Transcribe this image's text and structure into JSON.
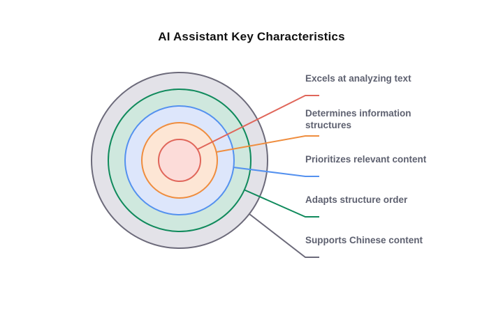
{
  "title": "AI Assistant Key Characteristics",
  "layers": [
    {
      "label": "Excels at analyzing text",
      "line_color": "#e0665a",
      "fill": "#fcdcd9",
      "stroke": "#e0665a"
    },
    {
      "label": "Determines information structures",
      "line_color": "#ef8d3e",
      "fill": "#fde6d5",
      "stroke": "#ef8d3e"
    },
    {
      "label": "Prioritizes relevant content",
      "line_color": "#5491ef",
      "fill": "#dde6fb",
      "stroke": "#5491ef"
    },
    {
      "label": "Adapts structure order",
      "line_color": "#108a5c",
      "fill": "#cfe8de",
      "stroke": "#108a5c"
    },
    {
      "label": "Supports Chinese content",
      "line_color": "#6c6a7a",
      "fill": "#e3e2e8",
      "stroke": "#6c6a7a"
    }
  ]
}
